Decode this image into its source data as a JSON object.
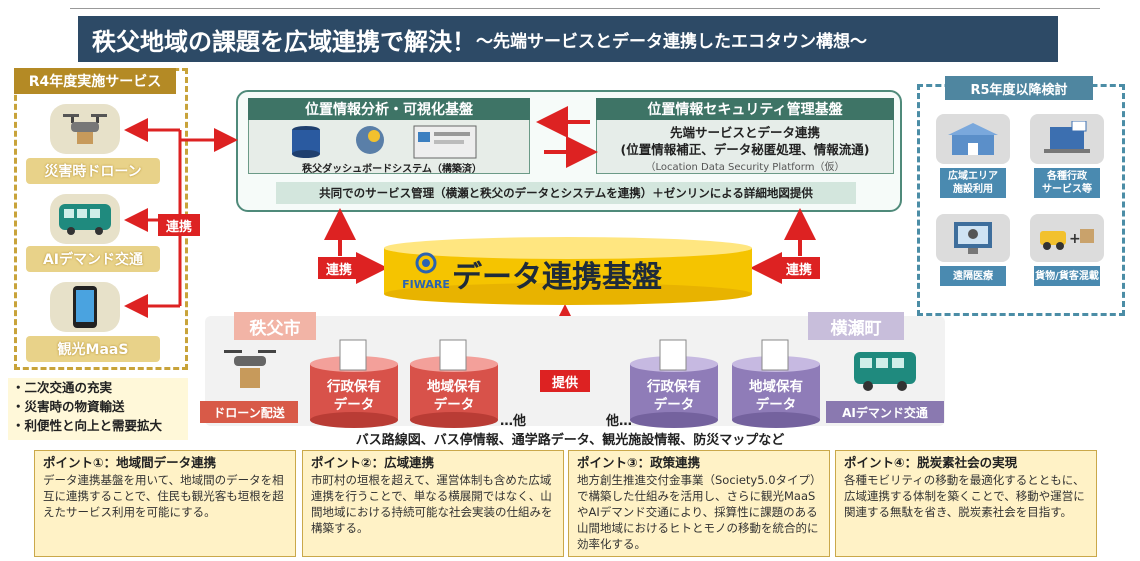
{
  "title": {
    "main": "秩父地域の課題を広域連携で解決！",
    "sub": "～先端サービスとデータ連携したエコタウン構想～"
  },
  "r4": {
    "label": "R4年度実施サービス",
    "services": [
      "災害時ドローン",
      "AIデマンド交通",
      "観光MaaS"
    ]
  },
  "r4_bullets": [
    "・二次交通の充実",
    "・災害時の物資輸送",
    "・利便性と向上と需要拡大"
  ],
  "r5": {
    "label": "R5年度以降検討",
    "items": [
      "広域エリア\n施設利用",
      "各種行政\nサービス等",
      "遠隔医療",
      "貨物/貨客混載"
    ]
  },
  "top": {
    "box1_title": "位置情報分析・可視化基盤",
    "box1_caption": "秩父ダッシュボードシステム（構築済）",
    "box2_title": "位置情報セキュリティ管理基盤",
    "box2_line1": "先端サービスとデータ連携",
    "box2_line2": "(位置情報補正、データ秘匿処理、情報流通)",
    "box2_line3": "（Location Data Security Platform（仮）",
    "share_bar": "共同でのサービス管理（横瀬と秩父のデータとシステムを連携）＋ゼンリンによる詳細地図提供"
  },
  "platform": {
    "logo": "FIWARE",
    "title": "データ連携基盤"
  },
  "relation_label": "連携",
  "provide_label": "提供",
  "cities": {
    "chichibu": "秩父市",
    "yokoze": "横瀬町"
  },
  "datastores": [
    "行政保有\nデータ",
    "地域保有\nデータ",
    "行政保有\nデータ",
    "地域保有\nデータ"
  ],
  "etc": "…他",
  "etc2": "他…",
  "drone_delivery": "ドローン配送",
  "ai_demand_transit": "AIデマンド交通",
  "data_types": "バス路線図、バス停情報、通学路データ、観光施設情報、防災マップなど",
  "points": [
    {
      "title": "ポイント①：地域間データ連携",
      "body": "データ連携基盤を用いて、地域間のデータを相互に連携することで、住民も観光客も垣根を超えたサービス利用を可能にする。"
    },
    {
      "title": "ポイント②：広域連携",
      "body": "市町村の垣根を超えて、運営体制も含めた広域連携を行うことで、単なる横展開ではなく、山間地域における持続可能な社会実装の仕組みを構築する。"
    },
    {
      "title": "ポイント③：政策連携",
      "body": "地方創生推進交付金事業（Society5.0タイプ）で構築した仕組みを活用し、さらに観光MaaSやAIデマンド交通により、採算性に課題のある山間地域におけるヒトとモノの移動を統合的に効率化する。"
    },
    {
      "title": "ポイント④：脱炭素社会の実現",
      "body": "各種モビリティの移動を最適化するとともに、広域連携する体制を築くことで、移動や運営に関連する無駄を省き、脱炭素社会を目指す。"
    }
  ],
  "colors": {
    "title_bg": "#2d4a66",
    "r4_gold": "#b48a25",
    "r5_blue": "#4f86a0",
    "arrow_red": "#dd2222",
    "platform_yellow": "#f5c400",
    "point_bg": "#fff2c6"
  }
}
